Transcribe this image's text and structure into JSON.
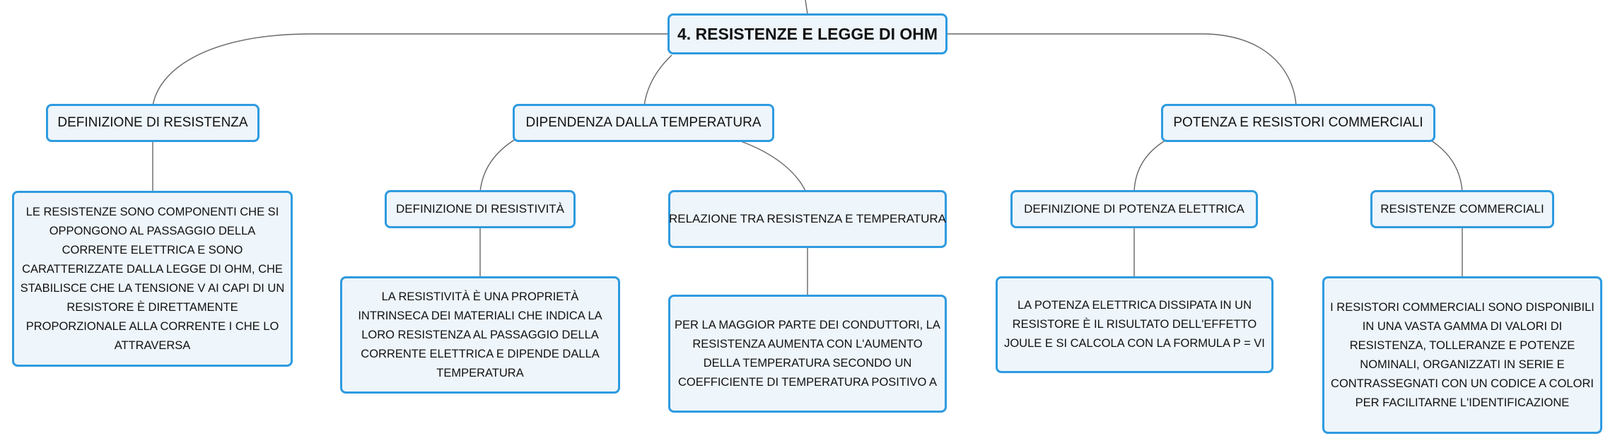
{
  "root": {
    "label": "4. RESISTENZE E LEGGE DI OHM"
  },
  "branches": [
    {
      "label": "DEFINIZIONE DI RESISTENZA",
      "detail": "LE RESISTENZE SONO COMPONENTI CHE SI OPPONGONO AL PASSAGGIO DELLA CORRENTE ELETTRICA E SONO CARATTERIZZATE DALLA LEGGE DI OHM, CHE STABILISCE CHE LA TENSIONE V AI CAPI DI UN RESISTORE È DIRETTAMENTE PROPORZIONALE ALLA CORRENTE I CHE LO ATTRAVERSA"
    },
    {
      "label": "DIPENDENZA DALLA TEMPERATURA",
      "children": [
        {
          "label": "DEFINIZIONE DI RESISTIVITÀ",
          "detail": "LA RESISTIVITÀ È UNA PROPRIETÀ INTRINSECA DEI MATERIALI CHE INDICA LA LORO RESISTENZA AL PASSAGGIO DELLA CORRENTE ELETTRICA E DIPENDE DALLA TEMPERATURA"
        },
        {
          "label": "RELAZIONE TRA RESISTENZA E TEMPERATURA",
          "detail": "PER LA MAGGIOR PARTE DEI CONDUTTORI, LA RESISTENZA AUMENTA CON L'AUMENTO DELLA TEMPERATURA SECONDO UN COEFFICIENTE DI TEMPERATURA POSITIVO A"
        }
      ]
    },
    {
      "label": "POTENZA E RESISTORI COMMERCIALI",
      "children": [
        {
          "label": "DEFINIZIONE DI POTENZA ELETTRICA",
          "detail": "LA POTENZA ELETTRICA DISSIPATA IN UN RESISTORE È IL RISULTATO DELL'EFFETTO JOULE E SI CALCOLA CON LA FORMULA P = VI"
        },
        {
          "label": "RESISTENZE COMMERCIALI",
          "detail": "I RESISTORI COMMERCIALI SONO DISPONIBILI IN UNA VASTA GAMMA DI VALORI DI RESISTENZA, TOLLERANZE E POTENZE NOMINALI, ORGANIZZATI IN SERIE E CONTRASSEGNATI CON UN CODICE A COLORI PER FACILITARNE L'IDENTIFICAZIONE"
        }
      ]
    }
  ],
  "colors": {
    "node_border": "#2e9be0",
    "node_fill": "#eef5fb",
    "connector": "#666666"
  }
}
